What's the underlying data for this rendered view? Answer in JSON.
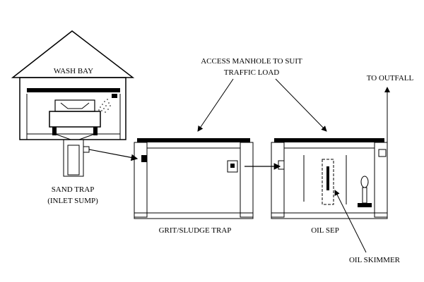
{
  "labels": {
    "wash_bay": "WASH BAY",
    "access_manhole_1": "ACCESS MANHOLE TO SUIT",
    "access_manhole_2": "TRAFFIC LOAD",
    "to_outfall": "TO OUTFALL",
    "sand_trap_1": "SAND TRAP",
    "sand_trap_2": "(INLET SUMP)",
    "grit_sludge_trap": "GRIT/SLUDGE TRAP",
    "oil_sep": "OIL SEP",
    "oil_skimmer": "OIL SKIMMER"
  }
}
